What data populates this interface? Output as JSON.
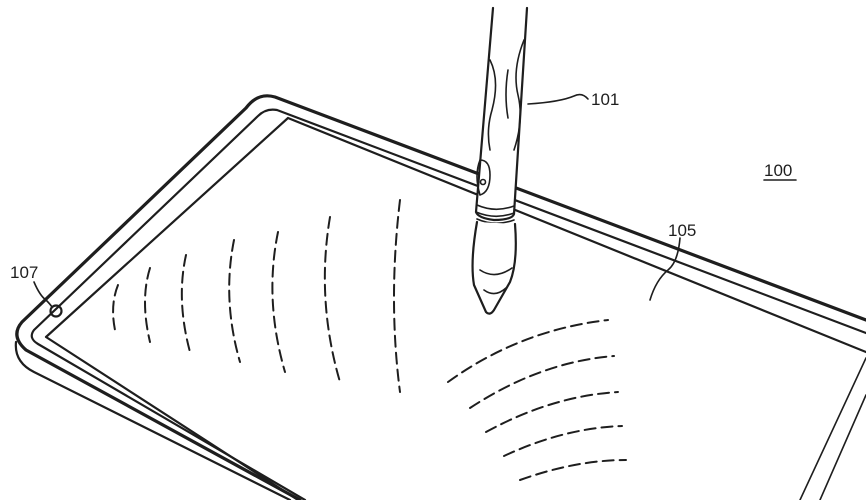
{
  "figure": {
    "reference_numerals": {
      "stylus": "101",
      "device": "100",
      "surface": "105",
      "sensor": "107"
    },
    "colors": {
      "ink": "#1e1e1e",
      "background": "#ffffff"
    }
  }
}
